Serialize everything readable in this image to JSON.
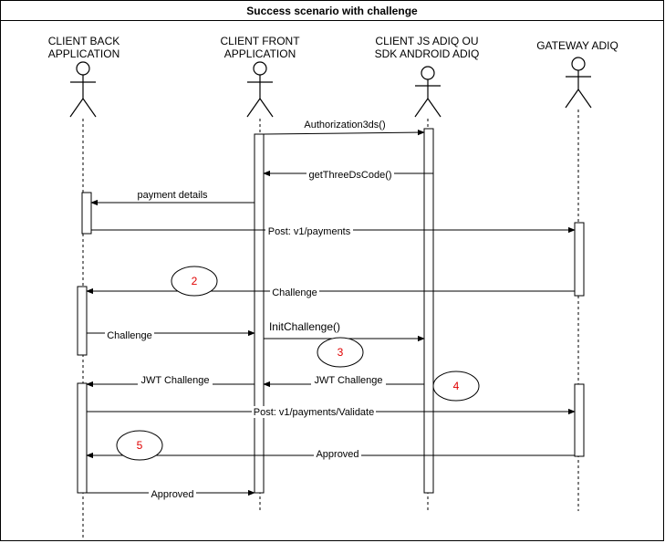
{
  "frame": {
    "title": "Success scenario with challenge"
  },
  "actors": [
    {
      "line1": "CLIENT BACK",
      "line2": "APPLICATION"
    },
    {
      "line1": "CLIENT FRONT",
      "line2": "APPLICATION"
    },
    {
      "line1": "CLIENT JS ADIQ OU",
      "line2": "SDK ANDROID ADIQ"
    },
    {
      "line1": "GATEWAY ADIQ",
      "line2": ""
    }
  ],
  "messages": [
    {
      "from": 1,
      "to": 2,
      "label": "Authorization3ds()"
    },
    {
      "from": 2,
      "to": 1,
      "label": "getThreeDsCode()"
    },
    {
      "from": 1,
      "to": 0,
      "label": "payment details"
    },
    {
      "from": 0,
      "to": 3,
      "label": "Post: v1/payments"
    },
    {
      "from": 3,
      "to": 0,
      "label": "Challenge"
    },
    {
      "from": 0,
      "to": 1,
      "label": "Challenge"
    },
    {
      "from": 1,
      "to": 2,
      "label": "InitChallenge()"
    },
    {
      "from": 1,
      "to": 0,
      "label": "JWT Challenge"
    },
    {
      "from": 2,
      "to": 1,
      "label": "JWT Challenge"
    },
    {
      "from": 0,
      "to": 3,
      "label": "Post: v1/payments/Validate"
    },
    {
      "from": 3,
      "to": 0,
      "label": "Approved"
    },
    {
      "from": 0,
      "to": 1,
      "label": "Approved"
    }
  ],
  "step_markers": [
    "2",
    "3",
    "4",
    "5"
  ],
  "colors": {
    "line": "#000000",
    "step_text": "#e00000",
    "background": "#ffffff"
  }
}
